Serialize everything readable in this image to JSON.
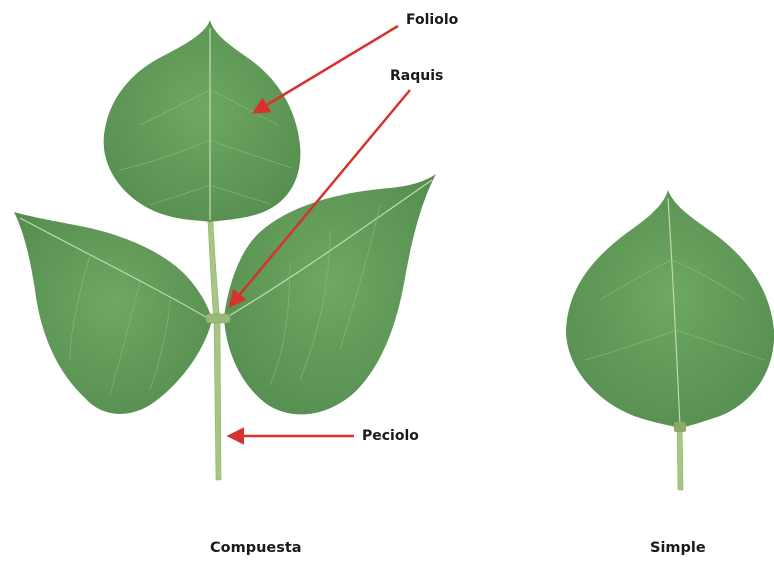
{
  "labels": {
    "foliolo": "Foliolo",
    "raquis": "Raquis",
    "peciolo": "Peciolo"
  },
  "captions": {
    "compound": "Compuesta",
    "simple": "Simple"
  },
  "colors": {
    "leaf": "#5f9a58",
    "leaf_light": "#75ad6a",
    "vein": "#c9dcb6",
    "stem": "#9fc07a",
    "arrow": "#d8322f"
  }
}
